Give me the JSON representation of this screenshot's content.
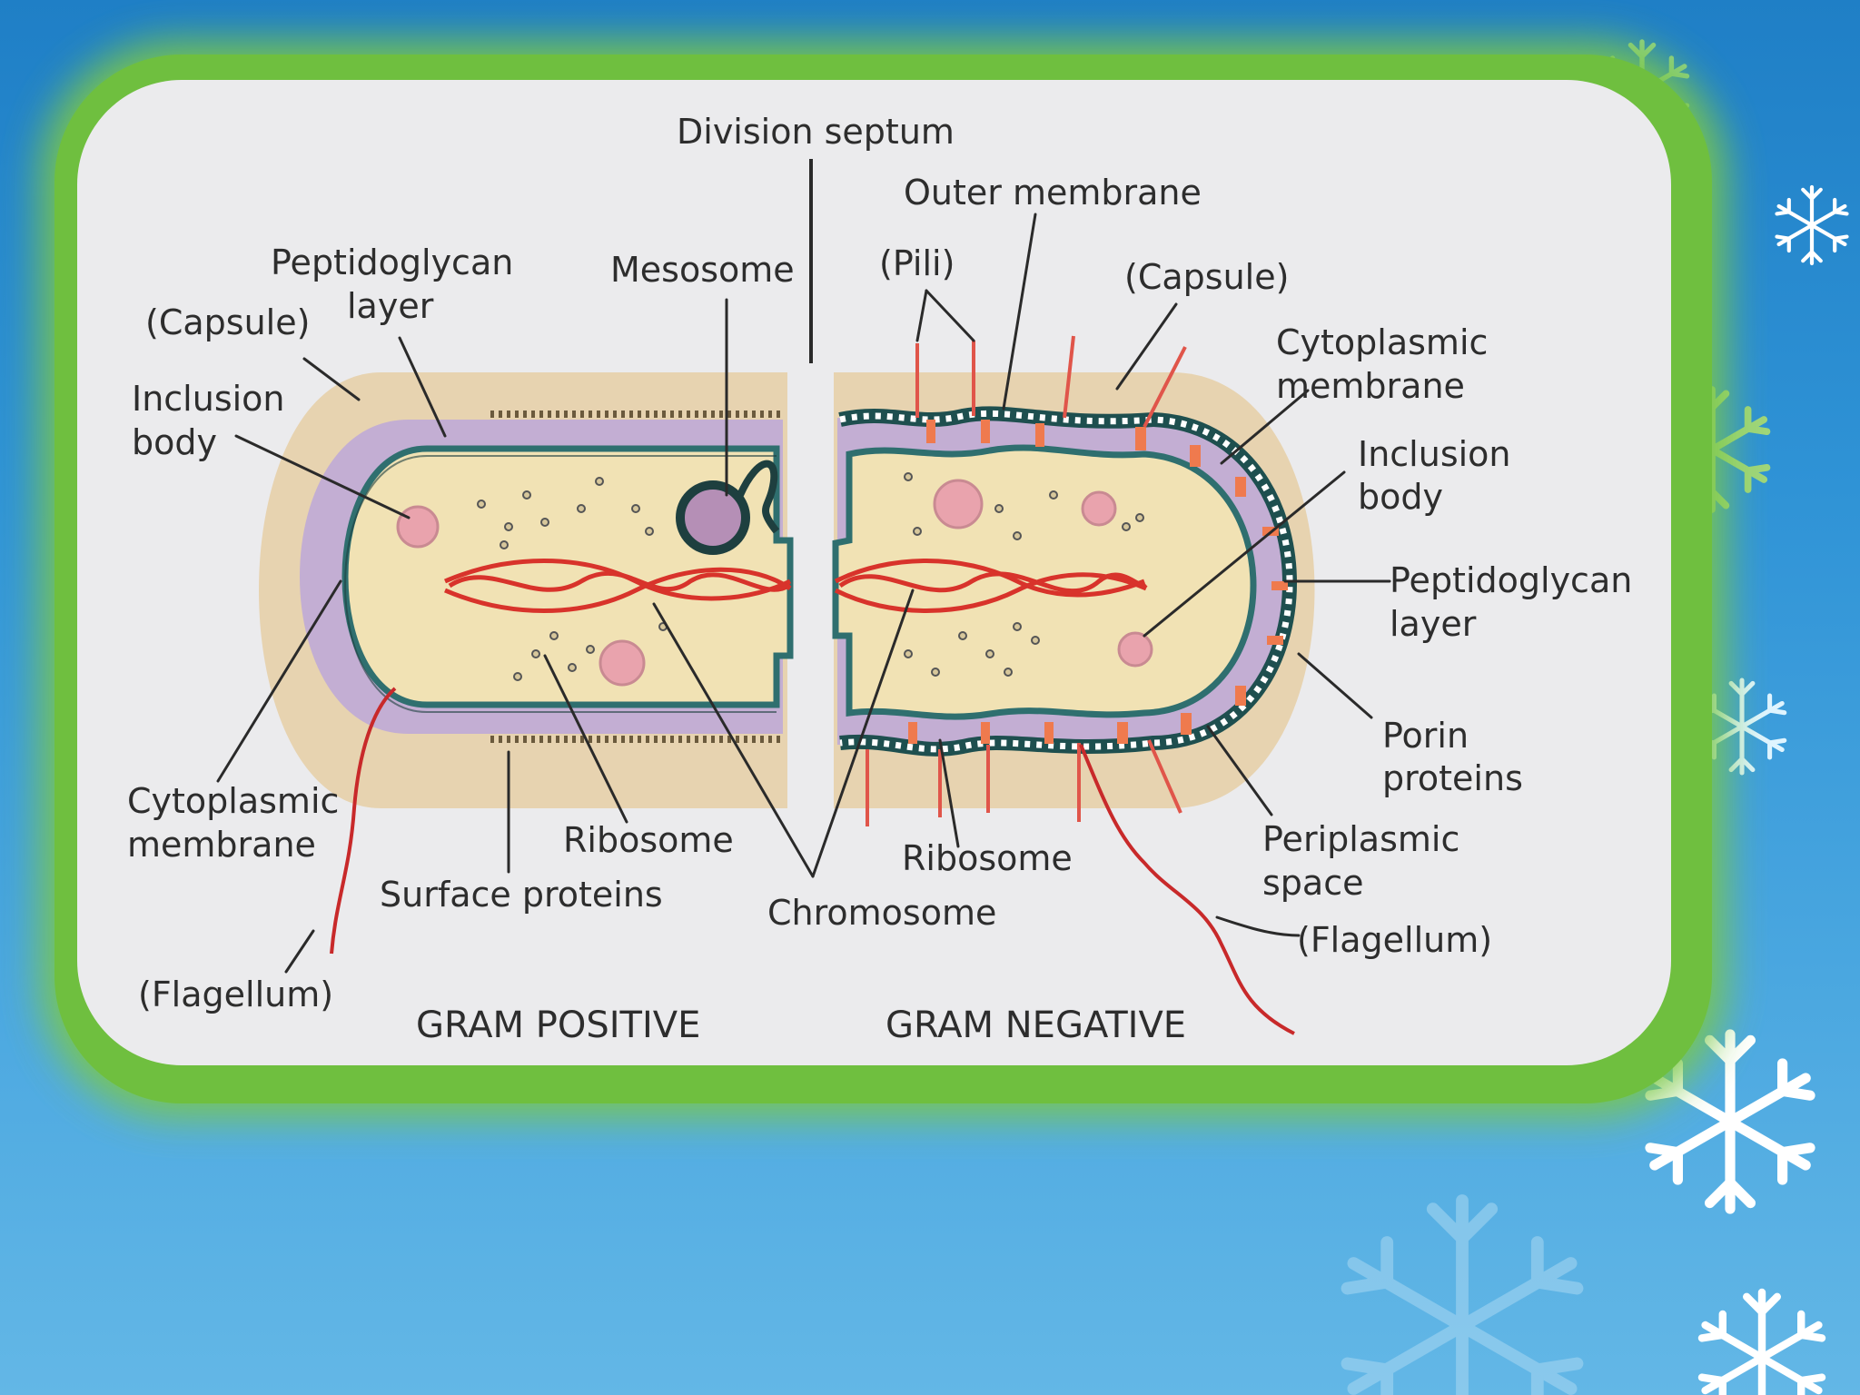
{
  "colors": {
    "background_top": "#1f7fc6",
    "background_bottom": "#63b7e6",
    "frame_green": "#6fbf3f",
    "panel": "#ebebed",
    "capsule": "#e7d3b0",
    "peptidoglycan": "#c3aed3",
    "cytoplasm": "#f1e2b4",
    "membrane": "#2f6f6f",
    "chromosome": "#d8332b",
    "inclusion": "#e9a3ad",
    "ribosome": "#d7c79b",
    "flagellum": "#c8292a",
    "porin": "#ef7a4e"
  },
  "diagram": {
    "title_left": "GRAM POSITIVE",
    "title_right": "GRAM NEGATIVE",
    "labels": {
      "division_septum": "Division septum",
      "outer_membrane": "Outer membrane",
      "pili": "(Pili)",
      "capsule_right": "(Capsule)",
      "cytoplasmic_membrane_right_1": "Cytoplasmic",
      "cytoplasmic_membrane_right_2": "membrane",
      "inclusion_body_right_1": "Inclusion",
      "inclusion_body_right_2": "body",
      "peptidoglycan_right_1": "Peptidoglycan",
      "peptidoglycan_right_2": "layer",
      "porin_1": "Porin",
      "porin_2": "proteins",
      "periplasmic_1": "Periplasmic",
      "periplasmic_2": "space",
      "flagellum_right": "(Flagellum)",
      "mesosome": "Mesosome",
      "peptidoglycan_left_1": "Peptidoglycan",
      "peptidoglycan_left_2": "layer",
      "capsule_left": "(Capsule)",
      "inclusion_body_left_1": "Inclusion",
      "inclusion_body_left_2": "body",
      "cytoplasmic_membrane_left_1": "Cytoplasmic",
      "cytoplasmic_membrane_left_2": "membrane",
      "ribosome_left": "Ribosome",
      "surface_proteins": "Surface proteins",
      "chromosome": "Chromosome",
      "ribosome_right": "Ribosome",
      "flagellum_left": "(Flagellum)"
    }
  },
  "icons": [
    "snowflake-icon"
  ]
}
